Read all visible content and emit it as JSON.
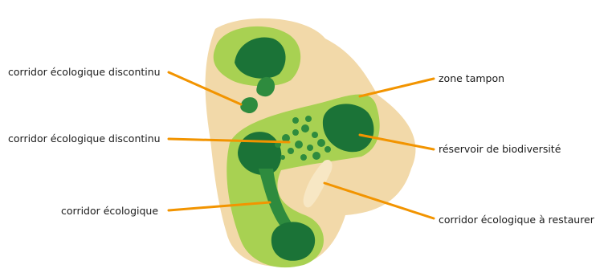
{
  "colors": {
    "background_land": "#f2d9a9",
    "buffer_zone": "#a8d152",
    "core_green": "#1b7337",
    "corridor_green": "#2e8b3e",
    "restore_corridor": "#f7e7c4",
    "leader_line": "#f29400"
  },
  "labels": {
    "left_top": "corridor écologique discontinu",
    "left_middle": "corridor écologique discontinu",
    "left_bottom": "corridor écologique",
    "right_top": "zone tampon",
    "right_middle": "réservoir de biodiversité",
    "right_bottom": "corridor écologique à restaurer"
  }
}
